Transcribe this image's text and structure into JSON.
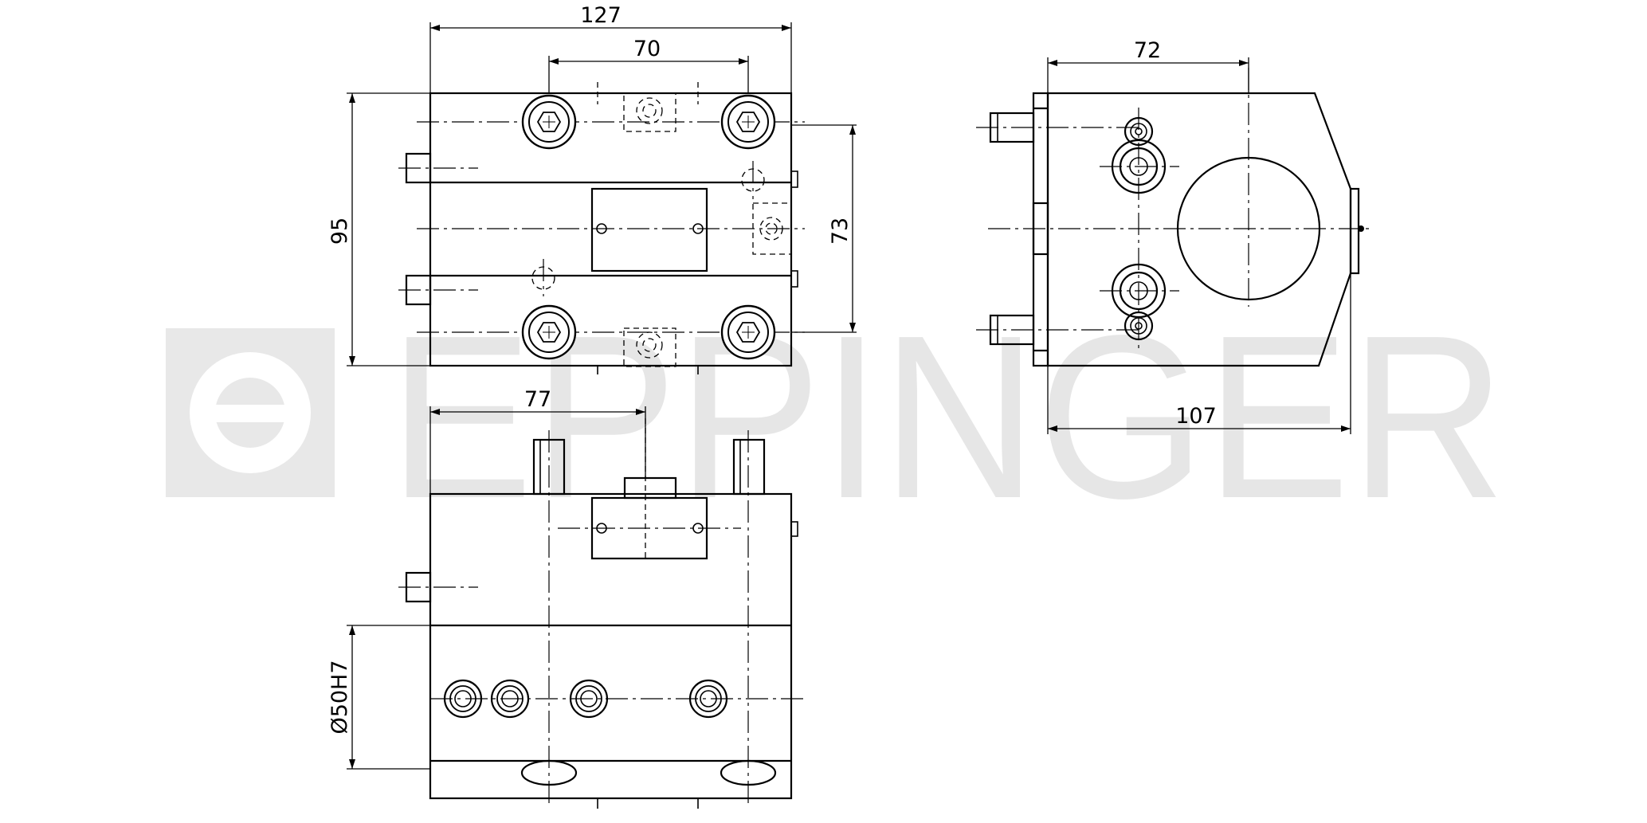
{
  "watermark": {
    "text": "EPPINGER",
    "color": "#e6e6e6"
  },
  "dimensions": {
    "top_width": "127",
    "top_pitch": "70",
    "height": "95",
    "hole_pitch": "73",
    "side_width": "72",
    "side_length": "107",
    "front_offset": "77",
    "bore": "Ø50H7"
  },
  "colors": {
    "line": "#000000",
    "background": "#ffffff"
  }
}
